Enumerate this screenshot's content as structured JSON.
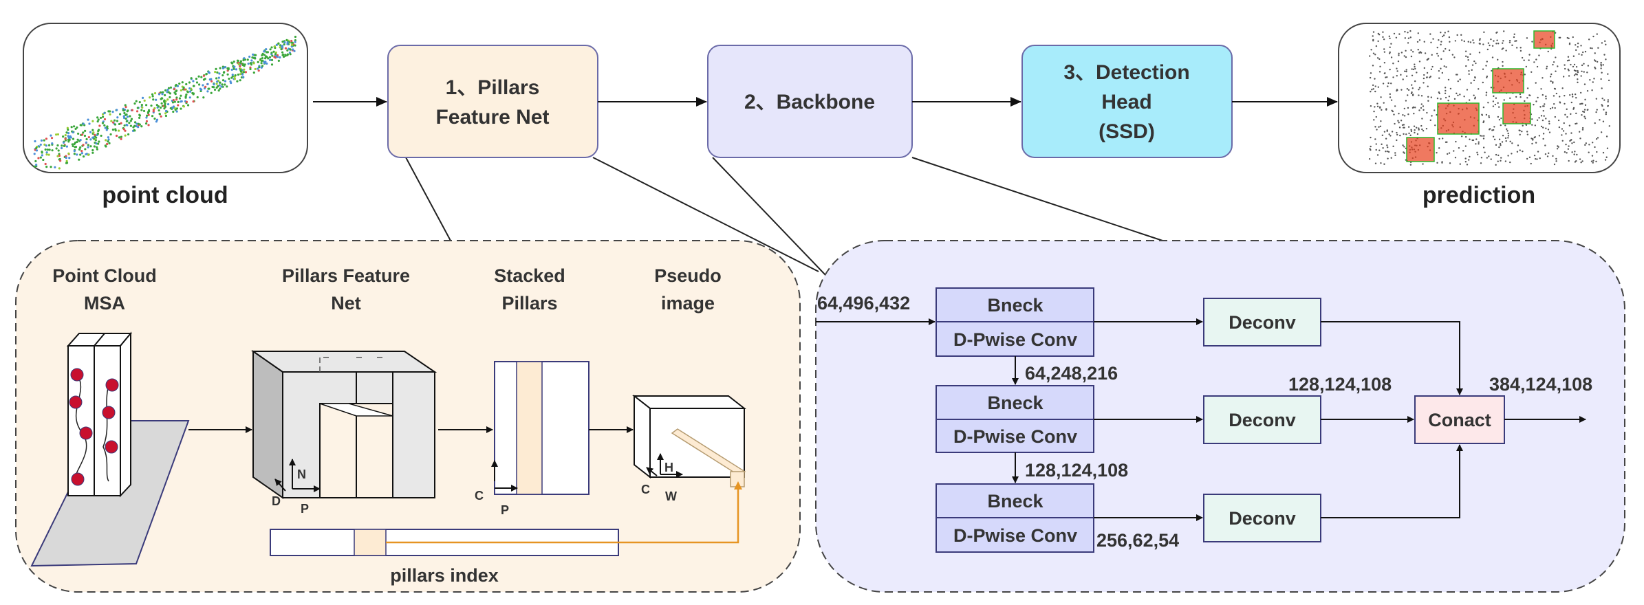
{
  "pipeline": {
    "input_label": "point cloud",
    "output_label": "prediction",
    "stage1": [
      "1、Pillars",
      "Feature Net"
    ],
    "stage2": "2、Backbone",
    "stage3": [
      "3、Detection",
      "Head",
      "(SSD)"
    ]
  },
  "pillars_panel": {
    "titles": [
      [
        "Point Cloud",
        "MSA"
      ],
      [
        "Pillars Feature",
        "Net"
      ],
      [
        "Stacked",
        "Pillars"
      ],
      [
        "Pseudo",
        "image"
      ]
    ],
    "axes": {
      "d": "D",
      "n": "N",
      "p": "P",
      "c": "C",
      "h": "H",
      "w": "W"
    },
    "index_label": "pillars index"
  },
  "backbone_panel": {
    "bneck": "Bneck",
    "dpwise": "D-Pwise Conv",
    "deconv": "Deconv",
    "concat": "Conact",
    "dims": {
      "input": "64,496,432",
      "b1_out": "64,248,216",
      "b2_out": "128,124,108",
      "b3_out": "256,62,54",
      "deconv_out": "128,124,108",
      "concat_out": "384,124,108"
    }
  },
  "colors": {
    "stage1_fill": "#fdf1e0",
    "stage2_fill": "#e6e6fb",
    "stage3_fill": "#a8ecfb",
    "left_panel_fill": "#fdf3e6",
    "right_panel_fill": "#ebebfd",
    "bneck_fill": "#d6d9fb",
    "deconv_fill": "#e8f6f2",
    "concat_fill": "#fde8ea",
    "orange": "#e69422",
    "point_red": "#c8102e"
  }
}
